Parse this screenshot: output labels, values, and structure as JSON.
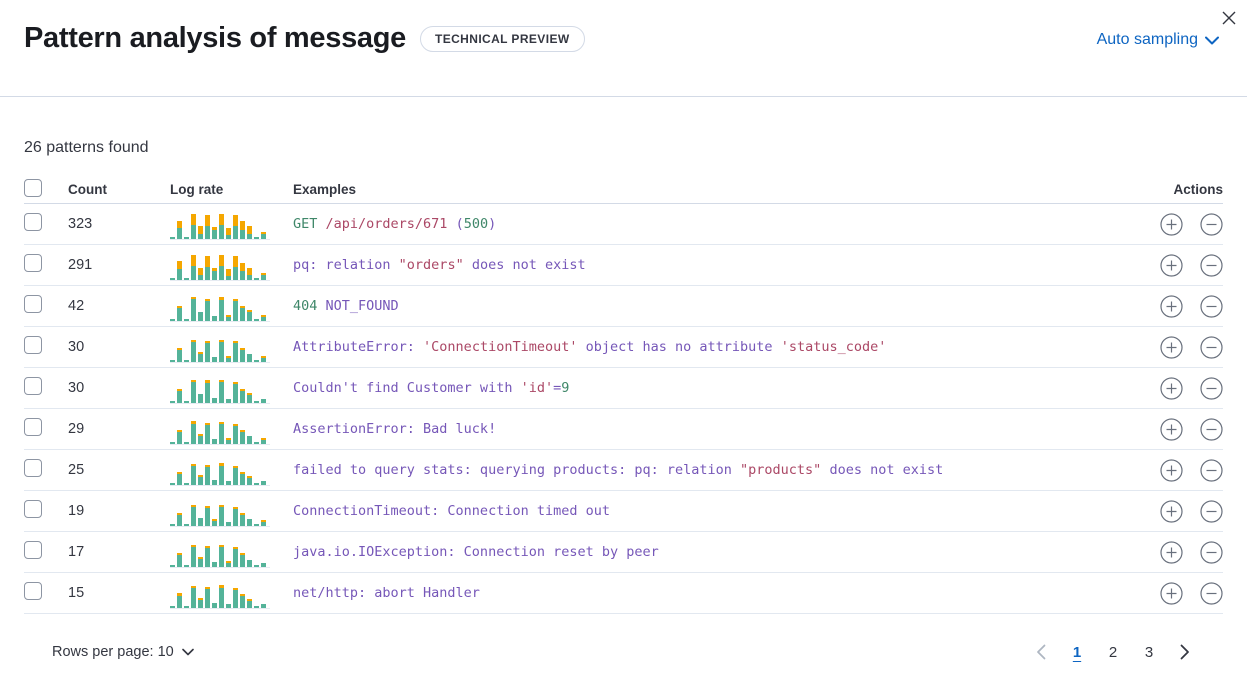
{
  "header": {
    "title": "Pattern analysis of message",
    "badge": "TECHNICAL PREVIEW",
    "sampling_label": "Auto sampling"
  },
  "summary": "26 patterns found",
  "table": {
    "columns": {
      "count": "Count",
      "log_rate": "Log rate",
      "examples": "Examples",
      "actions": "Actions"
    },
    "rows": [
      {
        "count": "323",
        "tokens": [
          {
            "t": "GET",
            "c": "g"
          },
          {
            "t": " /api/orders/671",
            "c": "r"
          },
          {
            "t": " (",
            "c": "p"
          },
          {
            "t": "500",
            "c": "g"
          },
          {
            "t": ")",
            "c": "p"
          }
        ],
        "bars": [
          [
            2,
            0
          ],
          [
            11,
            7
          ],
          [
            2,
            0
          ],
          [
            14,
            11
          ],
          [
            5,
            8
          ],
          [
            13,
            11
          ],
          [
            9,
            3
          ],
          [
            14,
            11
          ],
          [
            4,
            7
          ],
          [
            13,
            11
          ],
          [
            9,
            9
          ],
          [
            5,
            8
          ],
          [
            2,
            0
          ],
          [
            5,
            2
          ]
        ]
      },
      {
        "count": "291",
        "tokens": [
          {
            "t": "pq: relation ",
            "c": "p"
          },
          {
            "t": "\"orders\"",
            "c": "r"
          },
          {
            "t": " does not exist",
            "c": "p"
          }
        ],
        "bars": [
          [
            2,
            0
          ],
          [
            11,
            8
          ],
          [
            2,
            0
          ],
          [
            14,
            11
          ],
          [
            5,
            7
          ],
          [
            13,
            11
          ],
          [
            9,
            3
          ],
          [
            14,
            11
          ],
          [
            4,
            7
          ],
          [
            13,
            11
          ],
          [
            9,
            8
          ],
          [
            5,
            7
          ],
          [
            2,
            0
          ],
          [
            5,
            2
          ]
        ]
      },
      {
        "count": "42",
        "tokens": [
          {
            "t": "404",
            "c": "g"
          },
          {
            "t": " NOT_FOUND",
            "c": "p"
          }
        ],
        "bars": [
          [
            2,
            0
          ],
          [
            13,
            2
          ],
          [
            2,
            0
          ],
          [
            22,
            2
          ],
          [
            9,
            0
          ],
          [
            20,
            2
          ],
          [
            5,
            0
          ],
          [
            21,
            3
          ],
          [
            4,
            2
          ],
          [
            20,
            2
          ],
          [
            13,
            2
          ],
          [
            9,
            2
          ],
          [
            2,
            0
          ],
          [
            4,
            2
          ]
        ]
      },
      {
        "count": "30",
        "tokens": [
          {
            "t": "AttributeError: ",
            "c": "p"
          },
          {
            "t": "'ConnectionTimeout'",
            "c": "r"
          },
          {
            "t": " object has no attribute ",
            "c": "p"
          },
          {
            "t": "'status_code'",
            "c": "r"
          }
        ],
        "bars": [
          [
            2,
            0
          ],
          [
            12,
            2
          ],
          [
            2,
            0
          ],
          [
            20,
            2
          ],
          [
            8,
            2
          ],
          [
            19,
            2
          ],
          [
            5,
            0
          ],
          [
            20,
            2
          ],
          [
            4,
            2
          ],
          [
            19,
            2
          ],
          [
            12,
            2
          ],
          [
            8,
            0
          ],
          [
            2,
            0
          ],
          [
            4,
            2
          ]
        ]
      },
      {
        "count": "30",
        "tokens": [
          {
            "t": "Couldn't find Customer with ",
            "c": "p"
          },
          {
            "t": "'id'",
            "c": "r"
          },
          {
            "t": "=",
            "c": "p"
          },
          {
            "t": "9",
            "c": "g"
          }
        ],
        "bars": [
          [
            2,
            0
          ],
          [
            12,
            2
          ],
          [
            2,
            0
          ],
          [
            21,
            2
          ],
          [
            9,
            0
          ],
          [
            20,
            3
          ],
          [
            5,
            0
          ],
          [
            21,
            2
          ],
          [
            4,
            0
          ],
          [
            19,
            2
          ],
          [
            12,
            2
          ],
          [
            8,
            2
          ],
          [
            2,
            0
          ],
          [
            4,
            0
          ]
        ]
      },
      {
        "count": "29",
        "tokens": [
          {
            "t": "AssertionError: Bad luck!",
            "c": "p"
          }
        ],
        "bars": [
          [
            2,
            0
          ],
          [
            12,
            2
          ],
          [
            2,
            0
          ],
          [
            20,
            3
          ],
          [
            8,
            2
          ],
          [
            19,
            2
          ],
          [
            5,
            0
          ],
          [
            20,
            2
          ],
          [
            4,
            2
          ],
          [
            18,
            2
          ],
          [
            12,
            2
          ],
          [
            8,
            0
          ],
          [
            2,
            0
          ],
          [
            4,
            2
          ]
        ]
      },
      {
        "count": "25",
        "tokens": [
          {
            "t": "failed to query stats: querying products: pq: relation ",
            "c": "p"
          },
          {
            "t": "\"products\"",
            "c": "r"
          },
          {
            "t": " does not exist",
            "c": "p"
          }
        ],
        "bars": [
          [
            2,
            0
          ],
          [
            11,
            2
          ],
          [
            2,
            0
          ],
          [
            19,
            2
          ],
          [
            8,
            2
          ],
          [
            18,
            2
          ],
          [
            5,
            0
          ],
          [
            19,
            3
          ],
          [
            4,
            0
          ],
          [
            17,
            2
          ],
          [
            11,
            2
          ],
          [
            7,
            2
          ],
          [
            2,
            0
          ],
          [
            4,
            0
          ]
        ]
      },
      {
        "count": "19",
        "tokens": [
          {
            "t": "ConnectionTimeout: Connection timed out",
            "c": "p"
          }
        ],
        "bars": [
          [
            2,
            0
          ],
          [
            11,
            2
          ],
          [
            2,
            0
          ],
          [
            19,
            2
          ],
          [
            8,
            0
          ],
          [
            18,
            2
          ],
          [
            5,
            2
          ],
          [
            19,
            2
          ],
          [
            4,
            0
          ],
          [
            17,
            2
          ],
          [
            11,
            2
          ],
          [
            7,
            0
          ],
          [
            2,
            0
          ],
          [
            4,
            2
          ]
        ]
      },
      {
        "count": "17",
        "tokens": [
          {
            "t": "java.io.IOException: Connection reset by peer",
            "c": "p"
          }
        ],
        "bars": [
          [
            2,
            0
          ],
          [
            12,
            2
          ],
          [
            2,
            0
          ],
          [
            20,
            2
          ],
          [
            8,
            2
          ],
          [
            19,
            2
          ],
          [
            5,
            0
          ],
          [
            20,
            2
          ],
          [
            4,
            2
          ],
          [
            18,
            2
          ],
          [
            12,
            2
          ],
          [
            7,
            0
          ],
          [
            2,
            0
          ],
          [
            4,
            0
          ]
        ]
      },
      {
        "count": "15",
        "tokens": [
          {
            "t": "net/http: abort Handler",
            "c": "p"
          }
        ],
        "bars": [
          [
            2,
            0
          ],
          [
            12,
            3
          ],
          [
            2,
            0
          ],
          [
            20,
            2
          ],
          [
            8,
            2
          ],
          [
            19,
            2
          ],
          [
            5,
            0
          ],
          [
            20,
            3
          ],
          [
            4,
            0
          ],
          [
            18,
            2
          ],
          [
            12,
            2
          ],
          [
            7,
            2
          ],
          [
            2,
            0
          ],
          [
            4,
            0
          ]
        ]
      }
    ]
  },
  "footer": {
    "rows_per_page": "Rows per page: 10",
    "pages": [
      "1",
      "2",
      "3"
    ],
    "active_page": "1"
  },
  "colors": {
    "link_blue": "#0e65c2",
    "bar_teal": "#54b399",
    "bar_orange": "#f5a700",
    "token_purple": "#7657b8",
    "token_red": "#ab4866",
    "token_green": "#3f8769",
    "icon_gray": "#69707d",
    "disabled_gray": "#aeb6c2"
  }
}
